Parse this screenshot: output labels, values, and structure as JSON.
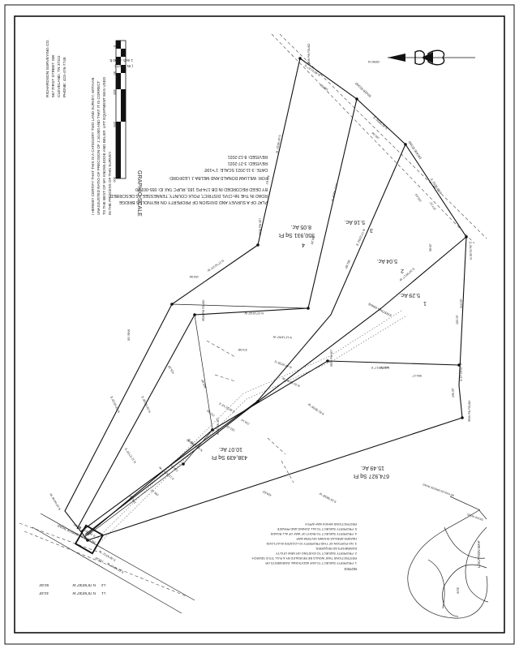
{
  "title_block": {
    "lines": [
      "PLAT OF A SURVEY AND DIVISION OF PROPERTY ON REYNOLDS BRIDGE",
      "ROAD IN THE 5th CIVIL DISTRICT, POLK COUNTY, TENNESSEE AS DESCRIBED",
      "BY DEED RECORDED IN DB 174-PG 183, RUPC TAX ID: 055-001.00",
      "FOR: WILLIAM DONALD AND MELBA J. LEDFORD",
      "DATE: 3-11-2021      SCALE: 1\"=100'",
      "REVISED: 3-27-2021",
      "REVISED: 8-12-2021"
    ]
  },
  "graphic_scale": {
    "heading": "GRAPHIC SCALE",
    "ticks": [
      "0",
      "50",
      "100",
      "200",
      "400"
    ],
    "note1": "( IN FEET )",
    "note2": "1 inch = 100 ft."
  },
  "certification": [
    "I HEREBY CERTIFY THAT THIS IS A CATEGORY TWO LAND SURVEY, WITH AN",
    "UNADJUSTED RATIO OF PRECISION OF 1:10,000 AND THAT IT IS CORRECT",
    "TO THE BEST OF MY KNOWLEDGE AND BELIEF. LIFT EQUIPMENT WAS USED",
    "IN THE PROCESS OF THIS SURVEY."
  ],
  "surveyor": [
    "RICHARDSON SURVEYING CO.",
    "567 FIRST STREET SW",
    "CLEVELAND, TN 37311",
    "PHONE: 423-476-7749"
  ],
  "north_arrow": {
    "label": "GRID N"
  },
  "lots": [
    {
      "number": "4",
      "area": "350,931 Sq Ft",
      "acres": "8.05 Ac."
    },
    {
      "number": "3",
      "area": "",
      "acres": "5.16 Ac."
    },
    {
      "number": "2",
      "area": "",
      "acres": "5.04 Ac."
    },
    {
      "number": "1",
      "area": "",
      "acres": "5.29 Ac."
    },
    {
      "number": "",
      "area": "438,439 Sq Ft",
      "acres": "10.07 Ac."
    },
    {
      "number": "",
      "area": "674,927 Sq Ft",
      "acres": "15.49 Ac."
    }
  ],
  "bearings": [
    "N 46°51'47\" E",
    "N 46°39'01\" E",
    "N 50°00'01\" E",
    "N 35°31'42\" E",
    "S 44°46'31\" W",
    "N 17°43'06\" E",
    "N 77°23'01\" E",
    "S 34°59'17\" W",
    "N 17°51'23\" W",
    "N 10°19'22\" W",
    "N 11°18'40\" W",
    "N 44°43'26\" E",
    "N 17°23'17\" E",
    "N 31°25'45\" W",
    "S 24°38'58\" W",
    "S 35°51'13\" E",
    "N 11°27'23\" E",
    "N 29°36'38\" E",
    "N 23°43'19\" E",
    "N 10°58'39\" E",
    "S 37°20'52\" W",
    "S 61°35'55\" W",
    "S 21°42'12\" W",
    "S 33°48'45\" W",
    "S 75°28'30\" W",
    "N 15°44'46\" W",
    "S 28°43'21\" W"
  ],
  "distances": [
    "196.55'",
    "191.64'",
    "277.31'",
    "314.92'",
    "420.61'",
    "374.58'",
    "306.25'",
    "361.65'",
    "193.56'",
    "163.15'",
    "98.62'",
    "135.44'",
    "195.00'",
    "152.15'",
    "504.17'",
    "420.63'",
    "355.94'",
    "415.25'",
    "150.00'",
    "245.73'",
    "237.48'",
    "174.26'",
    "224.91'",
    "145.00'",
    "216.14'",
    "139.00'",
    "83.50'"
  ],
  "road_labels": [
    "REYNOLDS BRIDGE ROAD",
    "DICKIE ROAD",
    "RIVER ROAD",
    "EXISTING DRIVE",
    "50' R/W"
  ],
  "monument_labels": [
    "IRON PIN FOUND",
    "IRON PIN SET",
    "IRON PIN FOUND",
    "IRON PIN SET",
    "IRON PIN FOUND",
    "IRON PIN SET"
  ],
  "notes": {
    "heading": "NOTES:",
    "items": [
      "1. PROPERTY SUBJECT TO ANY ADDITIONAL EASEMENTS OR",
      "   RESTRICTIONS THAT WOULD BE REVEALED BY A FULL TITLE SEARCH.",
      "2. PROPERTY SUBJECT TO EXISTING OR NEW UTILITY",
      "   EASEMENTS AS REQUIRED.",
      "3. NO PORTION OF THIS PROPERTY IS LOCATED IN A FLOOD",
      "   HAZARD AREA AS SHOWN ON FIRM MAP.",
      "4. PROPERTY SUBJECT TO RIGHT OF WAY OF ALL ROADS.",
      "5. PROPERTY SUBJECT TO ALL ZONING AND PRIVATE",
      "   RESTRICTIONS WHICH MAY APPLY."
    ]
  },
  "location_map": {
    "title": "LOCATION MAP",
    "labels": [
      "REYNOLDS BRIDGE ROAD",
      "SITE",
      "DICKIE ROAD"
    ]
  },
  "line_table": [
    {
      "id": "L1",
      "bearing": "N 75°58'30\" W",
      "distance": "33.29'"
    },
    {
      "id": "L2",
      "bearing": "N 75°58'30\" W",
      "distance": "50.00'"
    }
  ]
}
